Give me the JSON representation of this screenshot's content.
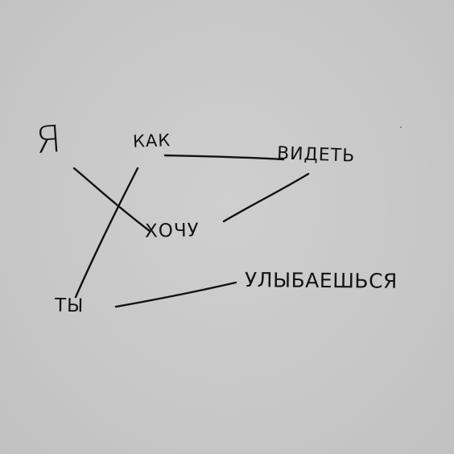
{
  "words": {
    "ya": "Я",
    "kak": "КАК",
    "videt": "ВИДЕТЬ",
    "hochu": "ХОЧУ",
    "ty": "ТЫ",
    "ulybaeshsya": "УЛЫБАЕШЬСЯ"
  },
  "colors": {
    "paper": "#c9c9c9",
    "ink": "#141414"
  }
}
